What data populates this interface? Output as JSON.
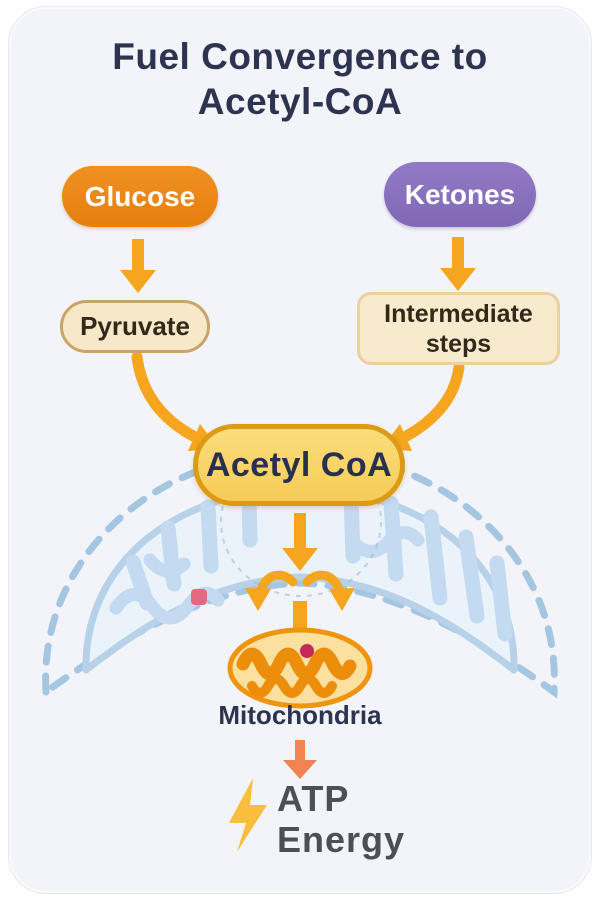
{
  "diagram": {
    "title_line1": "Fuel Convergence to",
    "title_line2": "Acetyl-CoA",
    "nodes": {
      "glucose": "Glucose",
      "ketones": "Ketones",
      "pyruvate": "Pyruvate",
      "intermediate_steps": "Intermediate steps",
      "acetyl_coa": "Acetyl CoA"
    },
    "labels": {
      "mitochondria": "Mitochondria",
      "atp_line1": "ATP",
      "atp_line2": "Energy"
    },
    "colors": {
      "card_background": "#F2F4F9",
      "title_text": "#2E3450",
      "glucose_fill": "#EC8414",
      "ketones_fill": "#8C73C1",
      "pyruvate_fill": "#F7E8C9",
      "pyruvate_border": "#C9A468",
      "intermediate_fill": "#F8EBCD",
      "intermediate_border": "#ECD0A0",
      "acetyl_fill": "#F9D266",
      "acetyl_border": "#DD9A15",
      "flow_arrow": "#F6A51E",
      "output_arrow": "#F08552",
      "membrane_blue": "#A5C6E1",
      "cristae_blue": "#C3DAF0",
      "mitochondrion_fill": "#FBE0A0",
      "mitochondrion_border": "#EF940D",
      "granule_red": "#C62A55",
      "bolt_yellow": "#F8BE3C"
    }
  }
}
